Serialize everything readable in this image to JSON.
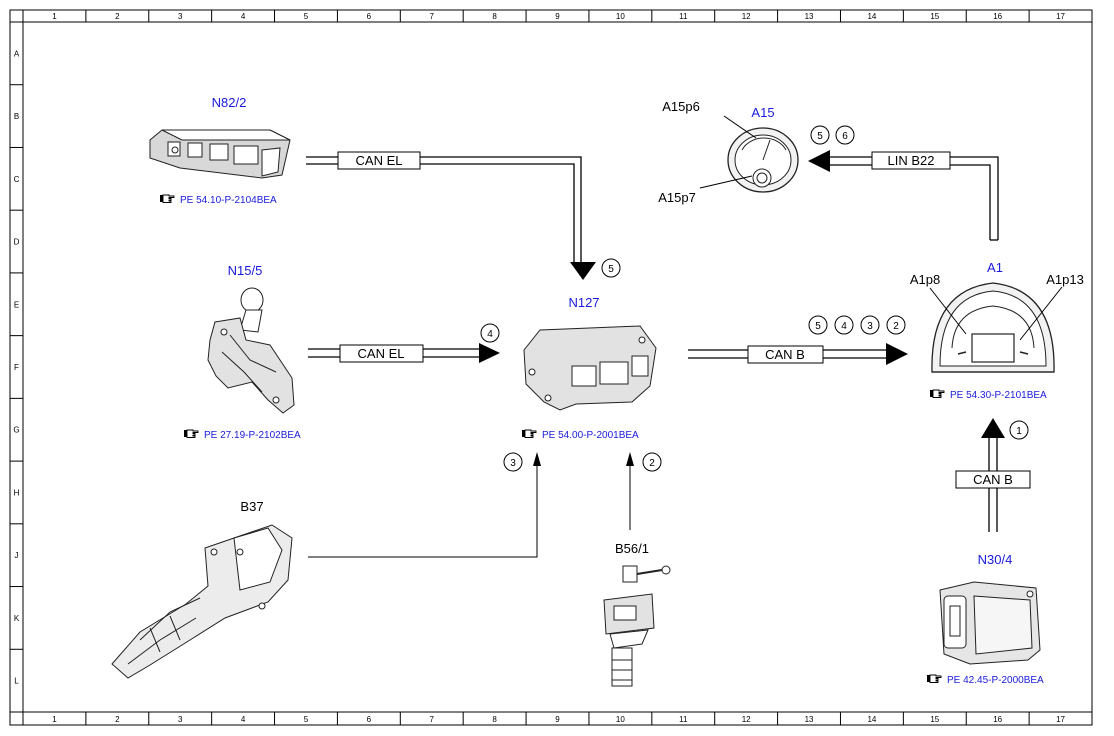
{
  "grid": {
    "columns": [
      "1",
      "2",
      "3",
      "4",
      "5",
      "6",
      "7",
      "8",
      "9",
      "10",
      "11",
      "12",
      "13",
      "14",
      "15",
      "16",
      "17"
    ],
    "rows": [
      "A",
      "B",
      "C",
      "D",
      "E",
      "F",
      "G",
      "H",
      "J",
      "K",
      "L"
    ]
  },
  "components": {
    "n82_2": {
      "label": "N82/2",
      "ref": "PE 54.10-P-2104BEA"
    },
    "n15_5": {
      "label": "N15/5",
      "ref": "PE 27.19-P-2102BEA"
    },
    "b37": {
      "label": "B37"
    },
    "n127": {
      "label": "N127",
      "ref": "PE 54.00-P-2001BEA"
    },
    "b56_1": {
      "label": "B56/1"
    },
    "a15": {
      "label": "A15",
      "p6": "A15p6",
      "p7": "A15p7"
    },
    "a1": {
      "label": "A1",
      "p8": "A1p8",
      "p13": "A1p13",
      "ref": "PE 54.30-P-2101BEA"
    },
    "n30_4": {
      "label": "N30/4",
      "ref": "PE 42.45-P-2000BEA"
    }
  },
  "buses": {
    "can_el_top": "CAN EL",
    "can_el_mid": "CAN EL",
    "can_b_right": "CAN B",
    "lin_b22": "LIN B22",
    "can_b_vertical": "CAN B"
  },
  "markers": {
    "m5_top": "5",
    "m4": "4",
    "m3": "3",
    "m2": "2",
    "m1": "1",
    "lin_5": "5",
    "lin_6": "6",
    "canb_5": "5",
    "canb_4": "4",
    "canb_3": "3",
    "canb_2": "2"
  },
  "icons": {
    "reference": "pointing-hand-icon"
  }
}
